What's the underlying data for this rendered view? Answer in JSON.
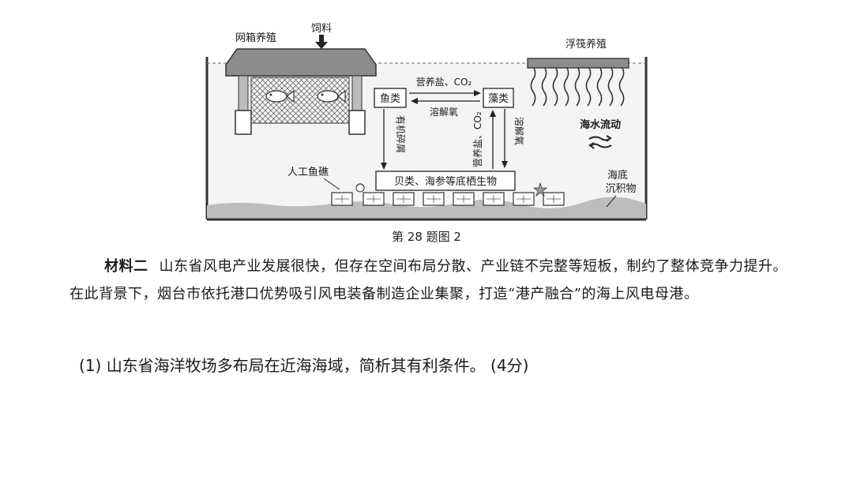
{
  "diagram": {
    "labels": {
      "cage_farming": "网箱养殖",
      "feed": "饲料",
      "raft_farming": "浮筏养殖",
      "fish": "鱼类",
      "algae": "藻类",
      "nutrients_co2_top": "营养盐、CO₂",
      "dissolved_oxygen_h": "溶解氧",
      "organic_debris": "有机碎屑",
      "nutrients_co2_v": "营养盐、CO₂",
      "dissolved_oxygen_v": "溶解氧",
      "seawater_flow": "海水流动",
      "artificial_reef": "人工鱼礁",
      "benthos": "贝类、海参等底栖生物",
      "sediment_1": "海底",
      "sediment_2": "沉积物"
    },
    "caption": "第 28 题图 2"
  },
  "material": {
    "heading": "材料二",
    "text": "山东省风电产业发展很快，但存在空间布局分散、产业链不完整等短板，制约了整体竞争力提升。在此背景下，烟台市依托港口优势吸引风电装备制造企业集聚，打造“港产融合”的海上风电母港。"
  },
  "question": "(1) 山东省海洋牧场多布局在近海海域，简析其有利条件。 (4分)"
}
